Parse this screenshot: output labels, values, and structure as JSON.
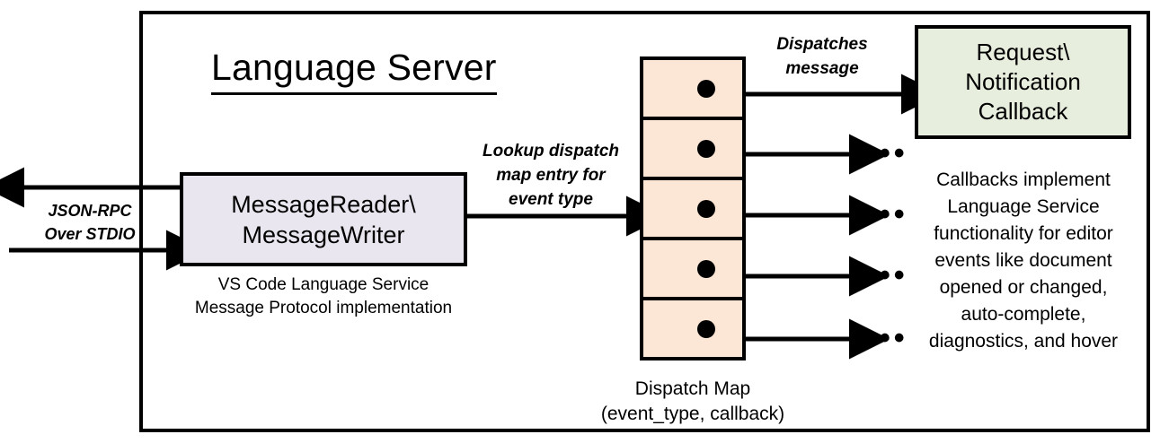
{
  "diagram": {
    "title": "Language Server",
    "io_label": "JSON-RPC\nOver STDIO",
    "io_label_line1": "JSON-RPC",
    "io_label_line2": "Over STDIO"
  },
  "reader_box": {
    "line1": "MessageReader\\",
    "line2": "MessageWriter",
    "caption_line1": "VS Code Language Service",
    "caption_line2": "Message Protocol implementation",
    "fill": "#E9E6EF"
  },
  "lookup_label": {
    "line1": "Lookup dispatch",
    "line2": "map entry for",
    "line3": "event type"
  },
  "dispatch_label": {
    "line1": "Dispatches",
    "line2": "message"
  },
  "dispatch_map": {
    "caption_line1": "Dispatch Map",
    "caption_line2": "(event_type, callback)",
    "fill": "#FCE6D6",
    "rows": [
      {
        "index": 1,
        "dot": "entry-dot"
      },
      {
        "index": 2,
        "dot": "entry-dot"
      },
      {
        "index": 3,
        "dot": "entry-dot"
      },
      {
        "index": 4,
        "dot": "entry-dot"
      },
      {
        "index": 5,
        "dot": "entry-dot"
      }
    ]
  },
  "callback_box": {
    "line1": "Request\\",
    "line2": "Notification",
    "line3": "Callback",
    "fill": "#E8EEDD",
    "caption_line1": "Callbacks implement",
    "caption_line2": "Language Service",
    "caption_line3": "functionality for editor",
    "caption_line4": "events like document",
    "caption_line5": "opened or changed,",
    "caption_line6": "auto-complete,",
    "caption_line7": "diagnostics, and hover"
  },
  "ellipses": {
    "glyph": "•••"
  },
  "colors": {
    "stroke": "#000000",
    "background": "#FFFFFF"
  }
}
